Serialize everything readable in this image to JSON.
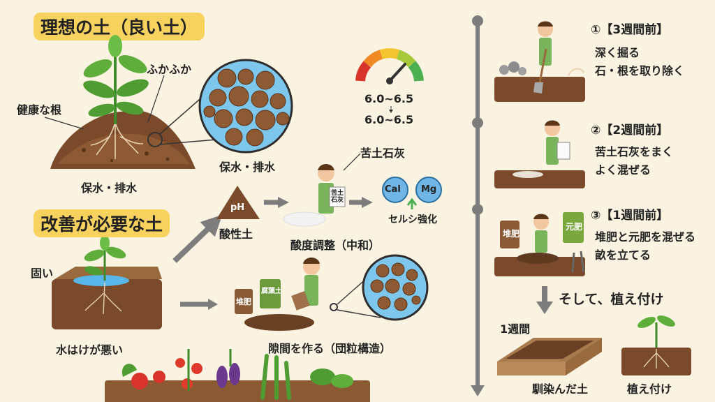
{
  "ideal": {
    "title": "理想の土（良い土）",
    "fluffy_label": "ふかふか",
    "roots_label": "健康な根",
    "water_label_soil": "保水・排水",
    "water_label_zoom": "保水・排水"
  },
  "ph": {
    "range_top": "6.0~6.5",
    "range_bottom": "6.0~6.5",
    "gauge_colors": [
      "#d9342b",
      "#f08a24",
      "#f4c430",
      "#a6c93a",
      "#4caf50"
    ]
  },
  "improve": {
    "title": "改善が必要な土",
    "hard_label": "固い",
    "drainage_label": "水はけが悪い",
    "acid_badge": "pH",
    "acid_label": "酸性土",
    "lime_label": "苦土石灰",
    "lime_bag_text": "苦土石灰",
    "ph_adjust_label": "酸度調整（中和）",
    "ca_label": "Cal",
    "mg_label": "Mg",
    "boost_label": "セルシ強化",
    "compost_bag": "堆肥",
    "leafmold_bag": "腐葉土",
    "gaps_label": "隙間を作る（団粒構造）"
  },
  "timeline": {
    "steps": [
      {
        "head": "①【3週間前】",
        "lines": [
          "深く掘る",
          "石・根を取り除く"
        ]
      },
      {
        "head": "②【2週間前】",
        "lines": [
          "苦土石灰をまく",
          "よく混ぜる"
        ]
      },
      {
        "head": "③【1週間前】",
        "lines": [
          "堆肥と元肥を混ぜる",
          "畝を立てる"
        ],
        "bags": [
          "堆肥",
          "元肥"
        ]
      }
    ],
    "then_label": "そして、植え付け",
    "week_label": "1週間",
    "settled_label": "馴染んだ土",
    "planting_label": "植え付け"
  },
  "colors": {
    "badge": "#f7d25e",
    "soil": "#7a4a2a",
    "water": "#59b6e8",
    "timeline": "#7d7d7d",
    "ca": "#6fb6e6",
    "mg": "#6fb6e6"
  }
}
